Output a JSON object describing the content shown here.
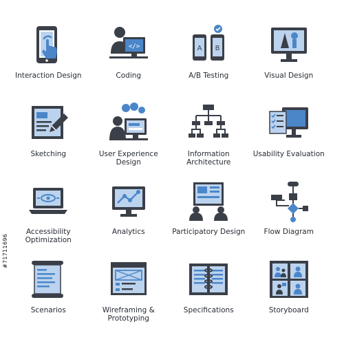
{
  "items": [
    {
      "label": "Interaction Design",
      "icon": "touch-tablet-icon"
    },
    {
      "label": "Coding",
      "icon": "developer-monitor-icon"
    },
    {
      "label": "A/B Testing",
      "icon": "ab-phones-icon"
    },
    {
      "label": "Visual Design",
      "icon": "design-monitor-icon"
    },
    {
      "label": "Sketching",
      "icon": "sketch-pad-pencil-icon"
    },
    {
      "label": "User Experience\nDesign",
      "icon": "user-experience-icon"
    },
    {
      "label": "Information\nArchitecture",
      "icon": "sitemap-icon"
    },
    {
      "label": "Usability Evaluation",
      "icon": "checklist-monitor-icon"
    },
    {
      "label": "Accessibility\nOptimization",
      "icon": "accessibility-laptop-icon"
    },
    {
      "label": "Analytics",
      "icon": "analytics-monitor-icon"
    },
    {
      "label": "Participatory Design",
      "icon": "presentation-board-icon"
    },
    {
      "label": "Flow Diagram",
      "icon": "flowchart-icon"
    },
    {
      "label": "Scenarios",
      "icon": "scroll-document-icon"
    },
    {
      "label": "Wireframing &\nPrototyping",
      "icon": "wireframe-icon"
    },
    {
      "label": "Specifications",
      "icon": "open-binder-icon"
    },
    {
      "label": "Storyboard",
      "icon": "storyboard-icon"
    }
  ],
  "watermark": "#71711696",
  "colors": {
    "dark": "#3a3f48",
    "blue": "#4b86c9",
    "light_blue": "#bcd3ee"
  }
}
